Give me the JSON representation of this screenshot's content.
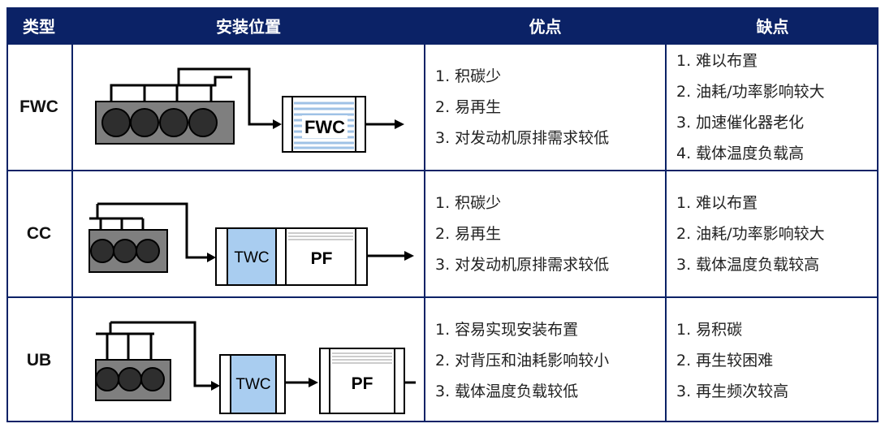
{
  "header": {
    "type": "类型",
    "location": "安装位置",
    "advantages": "优点",
    "disadvantages": "缺点"
  },
  "rows": [
    {
      "type": "FWC",
      "diagram": {
        "blocks": [
          "FWC"
        ]
      },
      "advantages": [
        "1. 积碳少",
        "2. 易再生",
        "3. 对发动机原排需求较低"
      ],
      "disadvantages": [
        "1. 难以布置",
        "2. 油耗/功率影响较大",
        "3. 加速催化器老化",
        "4. 载体温度负载高"
      ]
    },
    {
      "type": "CC",
      "diagram": {
        "blocks": [
          "TWC",
          "PF"
        ]
      },
      "advantages": [
        "1. 积碳少",
        "2. 易再生",
        "3. 对发动机原排需求较低"
      ],
      "disadvantages": [
        "1. 难以布置",
        "2. 油耗/功率影响较大",
        "3. 载体温度负载较高"
      ]
    },
    {
      "type": "UB",
      "diagram": {
        "blocks": [
          "TWC",
          "PF"
        ]
      },
      "advantages": [
        "1. 容易实现安装布置",
        "2. 对背压和油耗影响较小",
        "3. 载体温度负载较低"
      ],
      "disadvantages": [
        "1. 易积碳",
        "2. 再生较困难",
        "3. 再生频次较高"
      ]
    }
  ],
  "colors": {
    "header_bg": "#0b2266",
    "border": "#0b2266",
    "engine_block": "#808080",
    "twc_fill": "#a9cdf0",
    "fwc_stripes": "#9fc2e6"
  }
}
